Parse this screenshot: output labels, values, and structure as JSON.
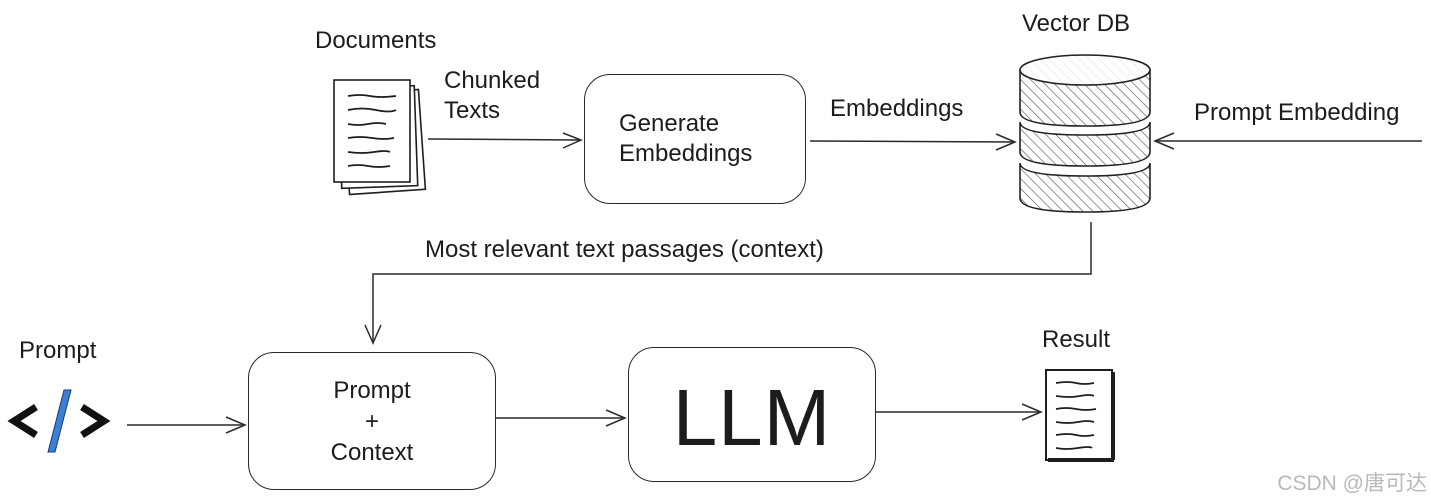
{
  "diagram": {
    "documents_label": "Documents",
    "chunked_texts_line1": "Chunked",
    "chunked_texts_line2": "Texts",
    "generate_line1": "Generate",
    "generate_line2": "Embeddings",
    "embeddings_label": "Embeddings",
    "vector_db_label": "Vector DB",
    "prompt_embedding_label": "Prompt Embedding",
    "context_label": "Most relevant text passages (context)",
    "prompt_label": "Prompt",
    "prompt_box_line1": "Prompt",
    "prompt_box_line2": "+",
    "prompt_box_line3": "Context",
    "llm_label": "LLM",
    "result_label": "Result"
  },
  "watermark": "CSDN @唐可达",
  "colors": {
    "stroke": "#2a2a2a",
    "code_icon_blue": "#3d7fd6",
    "hatch": "#5a5a5a"
  },
  "icons": [
    "documents-stack-icon",
    "database-icon",
    "code-icon",
    "result-document-icon"
  ]
}
